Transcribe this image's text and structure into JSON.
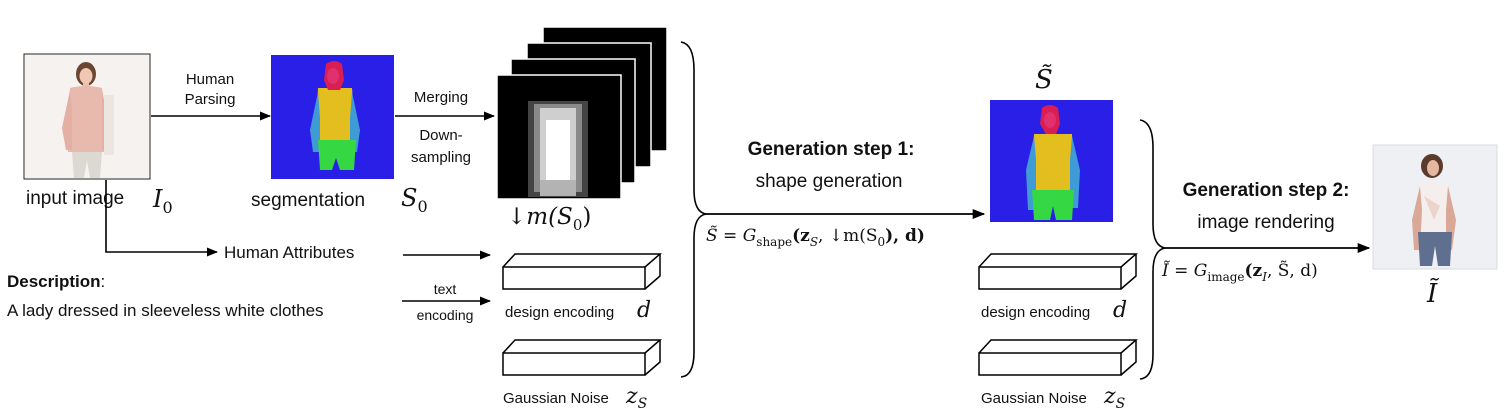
{
  "labels": {
    "human_parsing_1": "Human",
    "human_parsing_2": "Parsing",
    "input_image": "input image",
    "input_symbol": "I",
    "input_symbol_sub": "0",
    "segmentation": "segmentation",
    "segmentation_symbol": "S",
    "segmentation_symbol_sub": "0",
    "merging": "Merging",
    "downsampling_1": "Down-",
    "downsampling_2": "sampling",
    "downsample_formula": "↓m(S",
    "downsample_formula_sub": "0",
    "downsample_formula_end": ")",
    "human_attributes": "Human Attributes",
    "description_label": "Description",
    "description_colon": ":",
    "description_text": "A lady dressed in sleeveless white clothes",
    "text_encoding_1": "text",
    "text_encoding_2": "encoding",
    "design_encoding": "design encoding",
    "design_symbol": "d",
    "gaussian_noise": "Gaussian Noise",
    "noise_symbol": "z",
    "noise_symbol_sub": "S",
    "step1_title": "Generation step 1:",
    "step1_subtitle": "shape generation",
    "step1_formula": "S̃ = G",
    "step1_formula_sub": "shape",
    "step1_formula_rest": "(z",
    "step1_formula_rest_sub": "S",
    "step1_formula_end": ", ↓m(S",
    "step1_formula_end_sub": "0",
    "step1_formula_close": "), d)",
    "shape_symbol": "S̃",
    "step2_title": "Generation step 2:",
    "step2_subtitle": "image rendering",
    "step2_formula": "Ĩ = G",
    "step2_formula_sub": "image",
    "step2_formula_rest": "(z",
    "step2_formula_rest_sub": "I",
    "step2_formula_end": ", S̃, d)",
    "output_symbol": "Ĩ"
  },
  "colors": {
    "segmentation_background": "#2a1fe6",
    "torso": "#e2bf1e",
    "head": "#e0306e",
    "hair": "#d81e52",
    "arms": "#3e9bd6",
    "legs": "#35d842",
    "skin_photo": "#e9b8a8",
    "sweater": "#e8b9ad"
  }
}
